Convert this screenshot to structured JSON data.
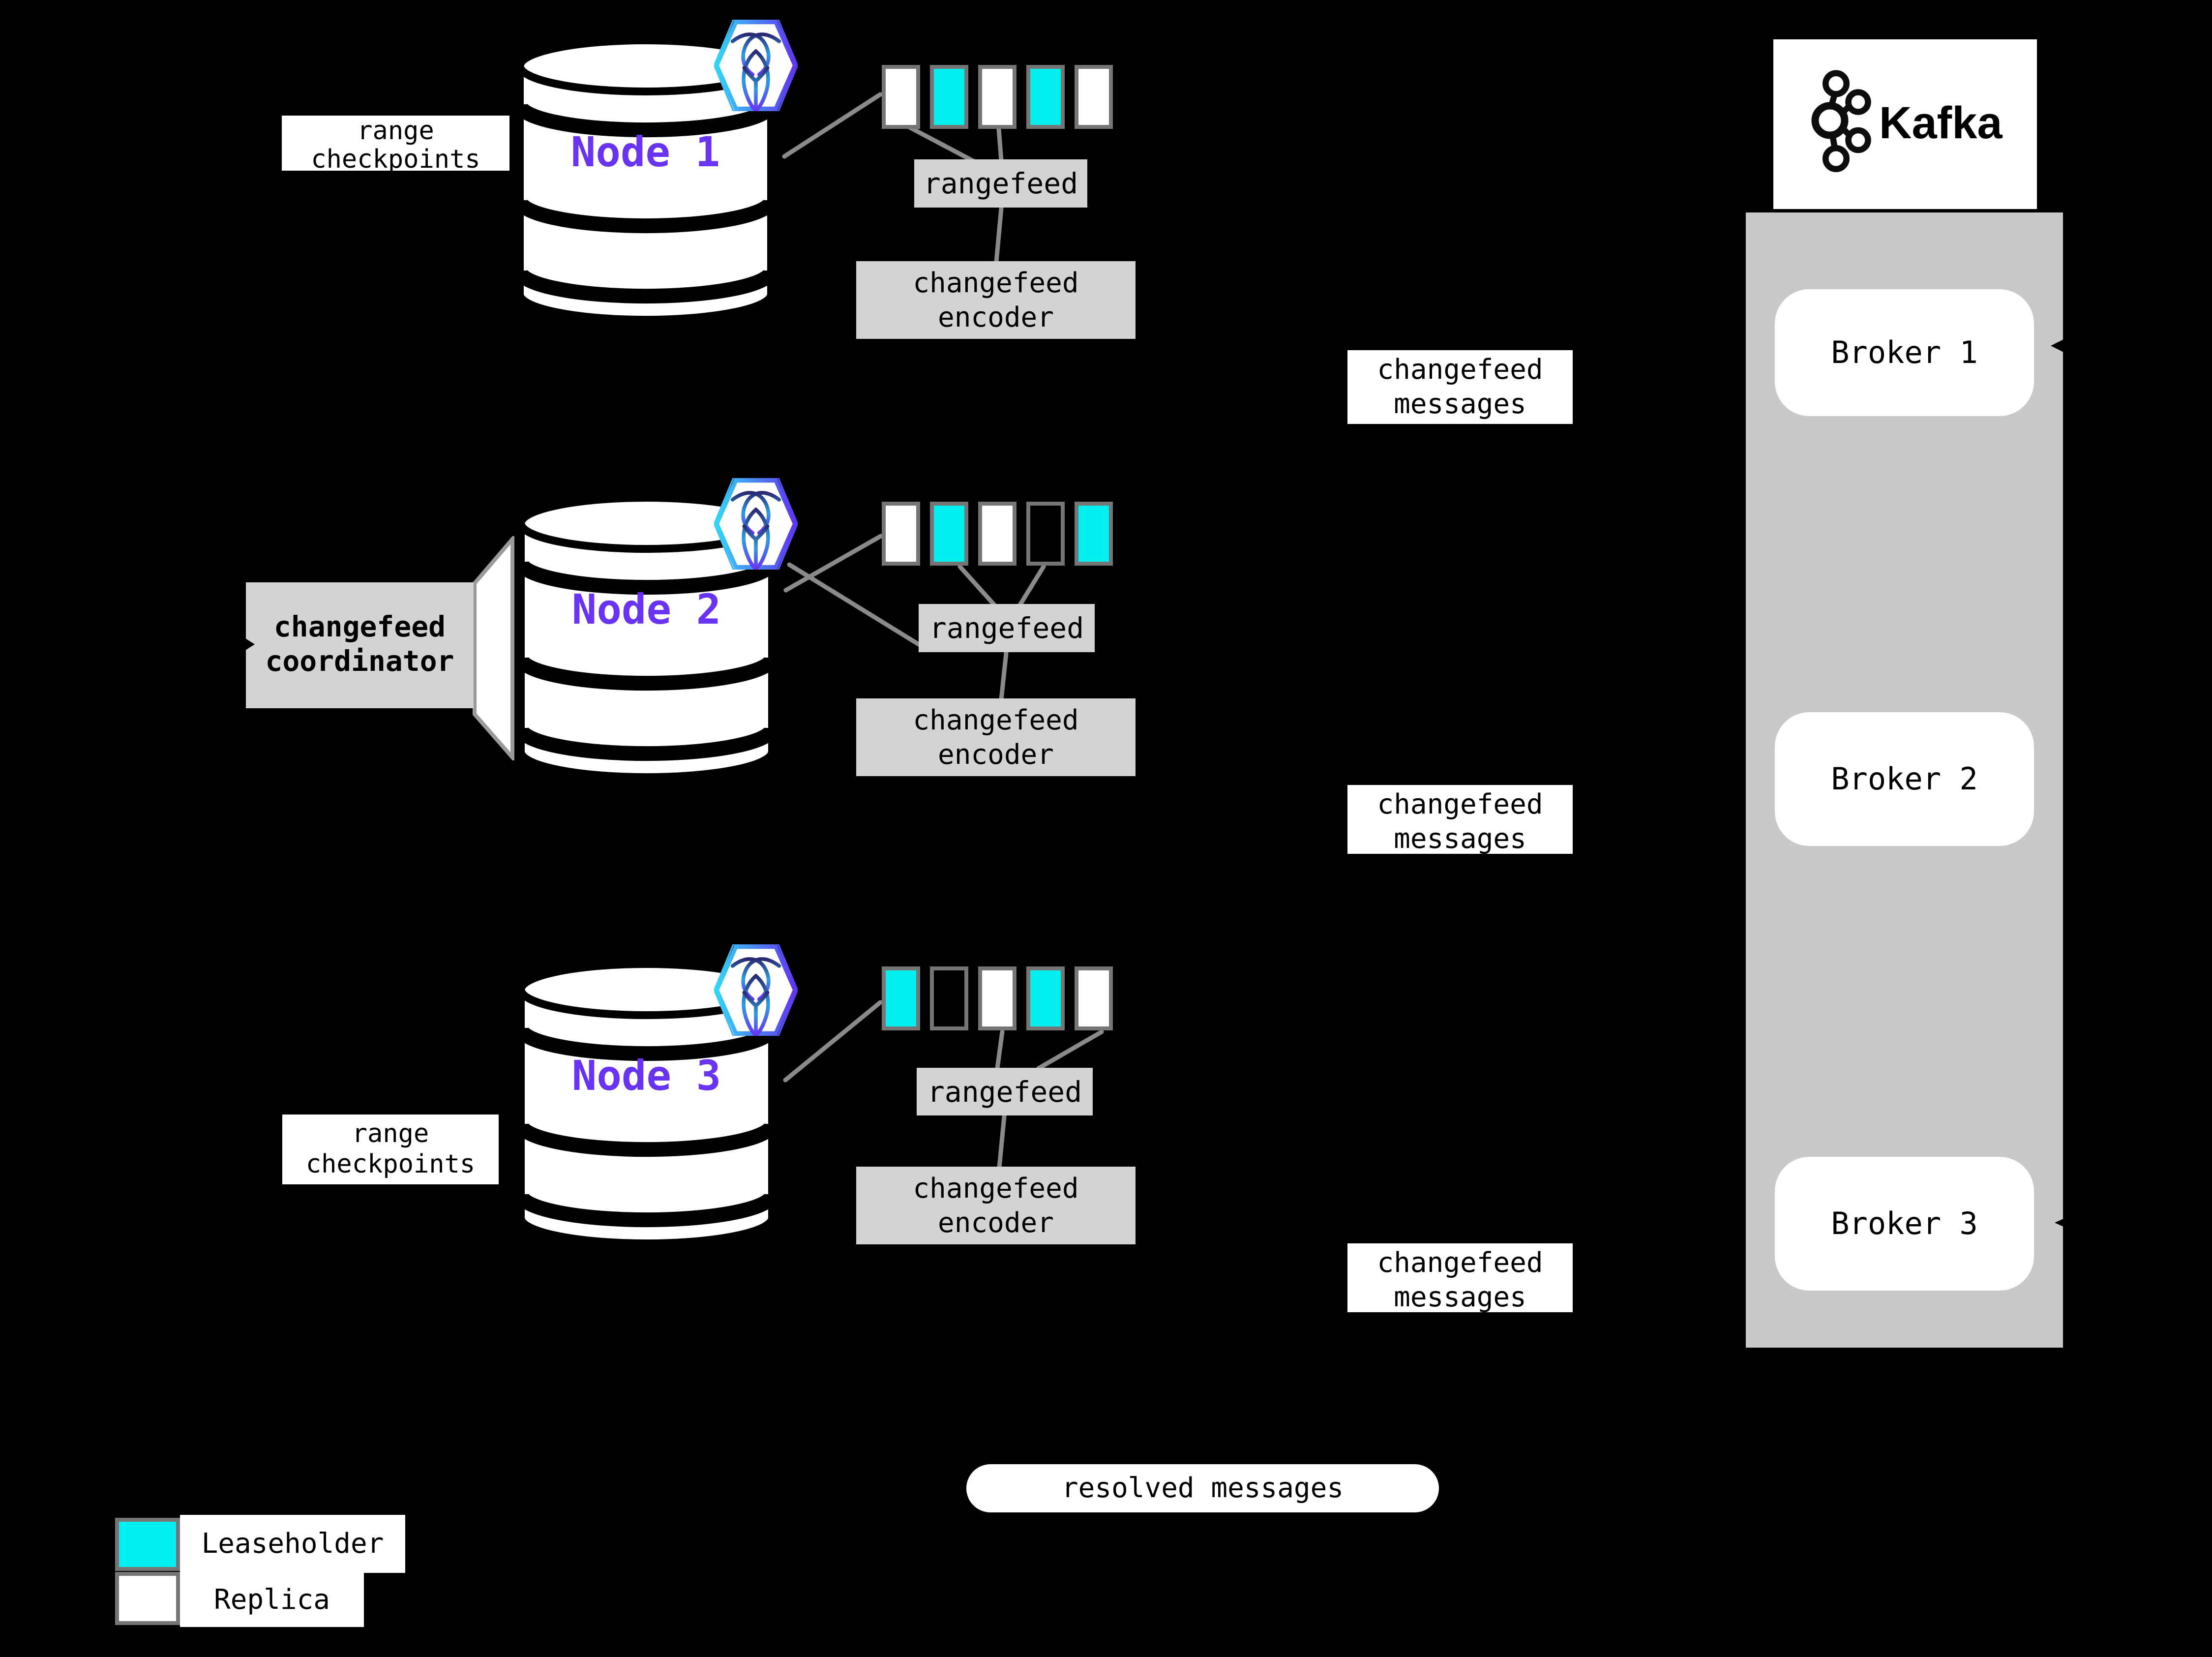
{
  "nodes": [
    {
      "name": "Node 1",
      "side_label": {
        "line1": "range",
        "line2": "checkpoints"
      },
      "rangefeed_label": "rangefeed",
      "encoder": {
        "line1": "changefeed",
        "line2": "encoder"
      },
      "messages": {
        "line1": "changefeed",
        "line2": "messages"
      },
      "ranges": [
        "replica",
        "leaseholder",
        "replica",
        "leaseholder",
        "replica"
      ]
    },
    {
      "name": "Node 2",
      "side_label": {
        "line1": "changefeed",
        "line2": "coordinator"
      },
      "rangefeed_label": "rangefeed",
      "encoder": {
        "line1": "changefeed",
        "line2": "encoder"
      },
      "messages": {
        "line1": "changefeed",
        "line2": "messages"
      },
      "ranges": [
        "replica",
        "leaseholder",
        "replica",
        "outline",
        "leaseholder"
      ]
    },
    {
      "name": "Node 3",
      "side_label": {
        "line1": "range",
        "line2": "checkpoints"
      },
      "rangefeed_label": "rangefeed",
      "encoder": {
        "line1": "changefeed",
        "line2": "encoder"
      },
      "messages": {
        "line1": "changefeed",
        "line2": "messages"
      },
      "ranges": [
        "leaseholder",
        "outline",
        "replica",
        "leaseholder",
        "replica"
      ]
    }
  ],
  "kafka": {
    "title": "Kafka",
    "brokers": [
      {
        "label": "Broker 1"
      },
      {
        "label": "Broker 2"
      },
      {
        "label": "Broker 3"
      }
    ]
  },
  "flow": {
    "resolved_label": "resolved messages"
  },
  "legend": {
    "items": [
      {
        "type": "leaseholder",
        "label": "Leaseholder"
      },
      {
        "type": "replica",
        "label": "Replica"
      }
    ]
  },
  "colors": {
    "background": "#000000",
    "leaseholder_teal": "#00f0f0",
    "replica_white": "#ffffff",
    "node_purple": "#6933f2",
    "panel_gray": "#c9c9c9",
    "box_gray": "#d3d3d3",
    "connector_gray": "#8a8a8a",
    "swatch_border_gray": "#757575"
  },
  "icons": {
    "node_database": "database-cylinder-icon",
    "node_badge": "cockroachdb-hexagon-icon",
    "kafka_logo": "kafka-circles-icon"
  }
}
